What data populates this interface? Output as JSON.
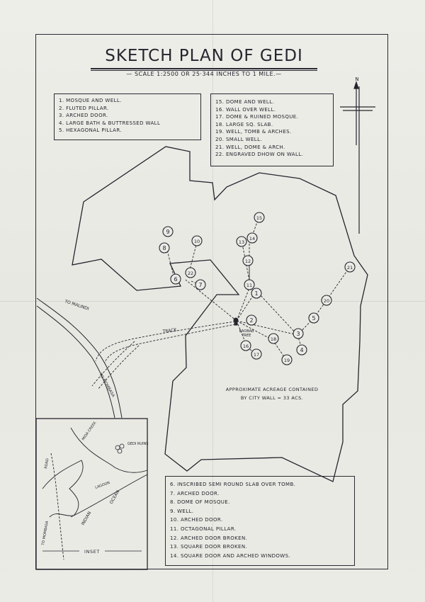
{
  "title": "SKETCH PLAN OF GEDI",
  "scale": "— SCALE 1:2500  OR 25·344 INCHES TO 1 MILE.—",
  "legend_top_left": [
    "1. MOSQUE AND WELL.",
    "2. FLUTED PILLAR.",
    "3. ARCHED DOOR.",
    "4. LARGE BATH & BUTTRESSED WALL",
    "5. HEXAGONAL PILLAR."
  ],
  "legend_top_right": [
    "15. DOME AND WELL.",
    "16. WALL OVER WELL.",
    "17. DOME & RUINED MOSQUE.",
    "18. LARGE SQ. SLAB.",
    "19. WELL, TOMB & ARCHES.",
    "20. SMALL WELL.",
    "21. WELL, DOME & ARCH.",
    "22. ENGRAVED DHOW ON WALL."
  ],
  "legend_bottom": [
    "6. INSCRIBED SEMI ROUND SLAB OVER TOMB.",
    "7. ARCHED DOOR.",
    "8. DOME OF MOSQUE.",
    "9. WELL.",
    "10. ARCHED DOOR.",
    "11. OCTAGONAL PILLAR.",
    "12. ARCHED DOOR BROKEN.",
    "13. SQUARE DOOR BROKEN.",
    "14. SQUARE DOOR AND ARCHED WINDOWS."
  ],
  "map_labels": {
    "north": "N",
    "to_malindi": "TO MALINDI",
    "track": "TRACK",
    "to_mombasa": "TO MOMBASA",
    "baobab": "BAOBAB",
    "tree": "TREE",
    "acreage_line1": "APPROXIMATE ACREAGE CONTAINED",
    "acreage_line2": "BY CITY WALL = 33 ACS."
  },
  "inset": {
    "label": "INSET",
    "gedi_ruins": "GEDI RUINS",
    "mida_creek": "MIDA CREEK",
    "ocean_indian": "INDIAN",
    "ocean": "OCEAN",
    "road": "ROAD",
    "to_mombasa": "TO MOMBASA",
    "lagoon": "LAGOON"
  },
  "markers": [
    {
      "n": "1"
    },
    {
      "n": "2"
    },
    {
      "n": "3"
    },
    {
      "n": "4"
    },
    {
      "n": "5"
    },
    {
      "n": "6"
    },
    {
      "n": "7"
    },
    {
      "n": "8"
    },
    {
      "n": "9"
    },
    {
      "n": "10"
    },
    {
      "n": "11"
    },
    {
      "n": "12"
    },
    {
      "n": "13"
    },
    {
      "n": "14"
    },
    {
      "n": "15"
    },
    {
      "n": "16"
    },
    {
      "n": "17"
    },
    {
      "n": "18"
    },
    {
      "n": "19"
    },
    {
      "n": "20"
    },
    {
      "n": "21"
    },
    {
      "n": "22"
    }
  ],
  "colors": {
    "ink": "#25252f",
    "paper": "#ebebe6"
  }
}
